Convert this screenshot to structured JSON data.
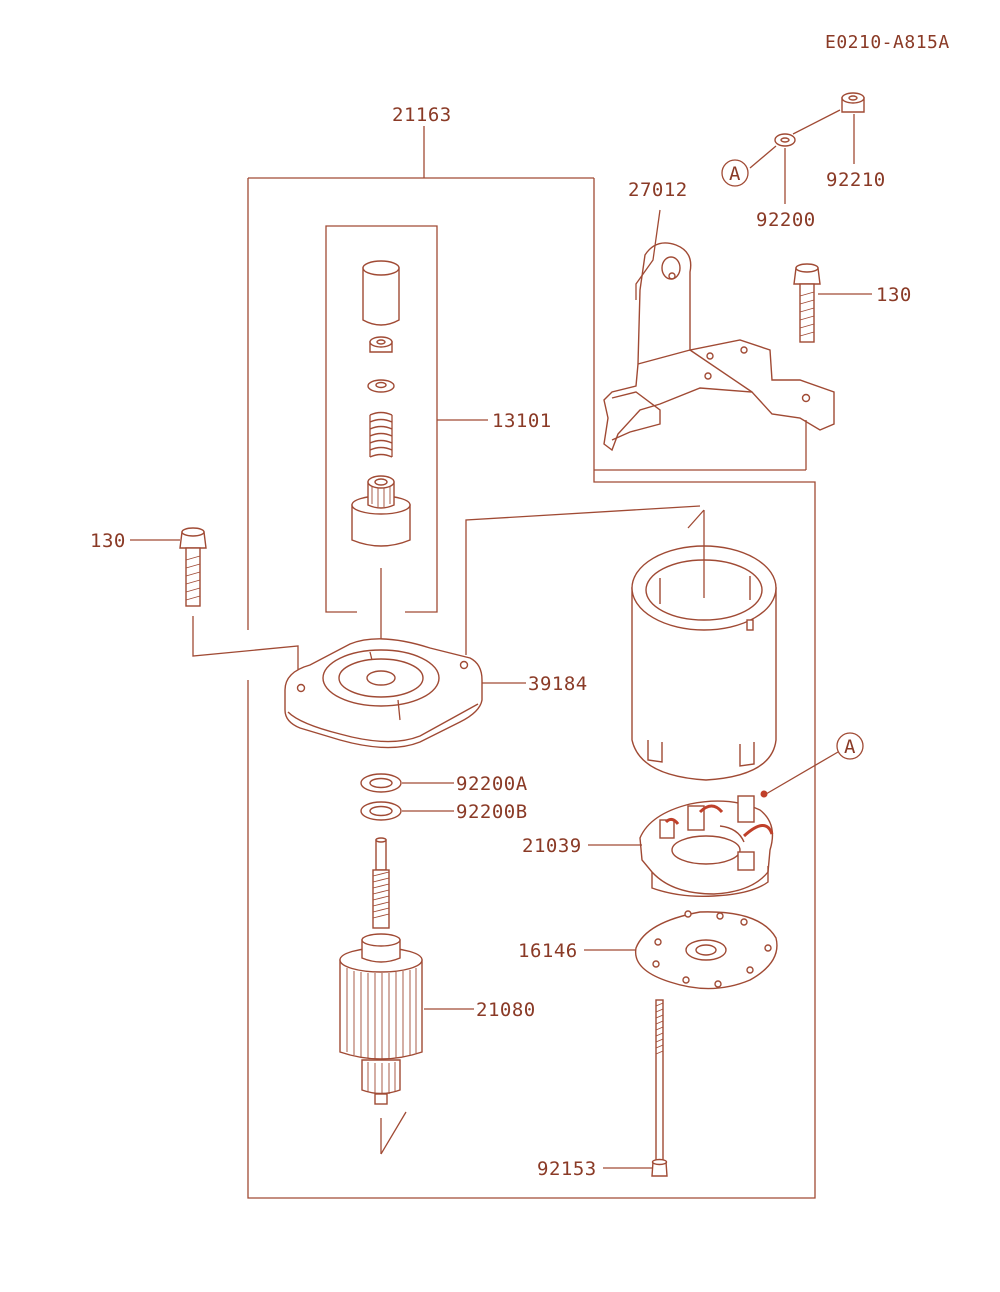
{
  "diagram": {
    "code": "E0210-A815A",
    "colors": {
      "line": "#a04a34",
      "text": "#8a3a26",
      "accent": "#c0402a"
    },
    "labels": {
      "assembly": "21163",
      "pinion_kit": "13101",
      "bolt_left": "130",
      "bracket": "27012",
      "bolt_right": "130",
      "nut": "92210",
      "washer": "92200",
      "ref_a_top": "A",
      "end_cover": "39184",
      "washer_a": "92200A",
      "washer_b": "92200B",
      "ref_a_mid": "A",
      "brush_holder": "21039",
      "plate": "16146",
      "armature": "21080",
      "through_bolt": "92153"
    }
  }
}
